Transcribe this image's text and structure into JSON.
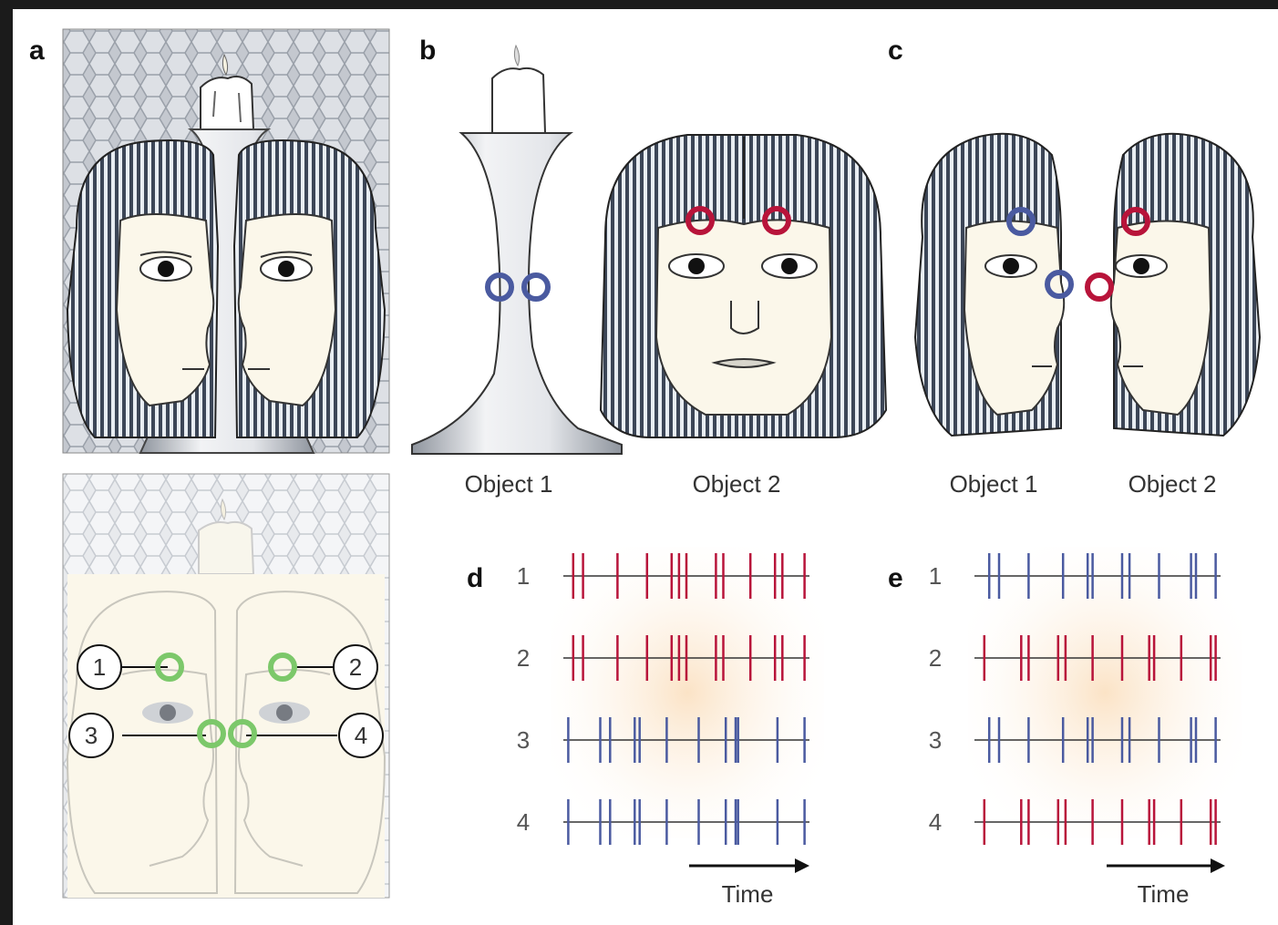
{
  "panels": {
    "a": "a",
    "b": "b",
    "c": "c",
    "d": "d",
    "e": "e"
  },
  "panel_b": {
    "object1": "Object  1",
    "object2": "Object 2"
  },
  "panel_c": {
    "object1": "Object  1",
    "object2": "Object 2"
  },
  "neuron_labels": [
    "1",
    "2",
    "3",
    "4"
  ],
  "time_label": "Time",
  "colors": {
    "red": "#b8143a",
    "blue": "#4a5aa0",
    "green": "#7cc86a",
    "hair_dark": "#3f4a5c",
    "hair_light": "#e6ebf1",
    "skin": "#fbf7ea",
    "vase": "#d7dbe0",
    "hex_bg": "#c8ccd3",
    "glow": "#fbe7cf"
  },
  "raster_d": [
    {
      "row": "1",
      "color": "red",
      "spikes": [
        0.04,
        0.08,
        0.22,
        0.34,
        0.44,
        0.47,
        0.5,
        0.62,
        0.65,
        0.76,
        0.86,
        0.89,
        0.98
      ]
    },
    {
      "row": "2",
      "color": "red",
      "spikes": [
        0.04,
        0.08,
        0.22,
        0.34,
        0.44,
        0.47,
        0.5,
        0.62,
        0.65,
        0.76,
        0.86,
        0.89,
        0.98
      ]
    },
    {
      "row": "3",
      "color": "blue",
      "spikes": [
        0.02,
        0.15,
        0.19,
        0.29,
        0.31,
        0.42,
        0.55,
        0.66,
        0.7,
        0.71,
        0.87,
        0.98
      ]
    },
    {
      "row": "4",
      "color": "blue",
      "spikes": [
        0.02,
        0.15,
        0.19,
        0.29,
        0.31,
        0.42,
        0.55,
        0.66,
        0.7,
        0.71,
        0.87,
        0.98
      ]
    }
  ],
  "raster_e": [
    {
      "row": "1",
      "color": "blue",
      "spikes": [
        0.06,
        0.1,
        0.22,
        0.36,
        0.46,
        0.48,
        0.6,
        0.63,
        0.75,
        0.88,
        0.9,
        0.98
      ]
    },
    {
      "row": "2",
      "color": "red",
      "spikes": [
        0.04,
        0.19,
        0.22,
        0.34,
        0.37,
        0.48,
        0.6,
        0.71,
        0.73,
        0.84,
        0.96,
        0.98
      ]
    },
    {
      "row": "3",
      "color": "blue",
      "spikes": [
        0.06,
        0.1,
        0.22,
        0.36,
        0.46,
        0.48,
        0.6,
        0.63,
        0.75,
        0.88,
        0.9,
        0.98
      ]
    },
    {
      "row": "4",
      "color": "red",
      "spikes": [
        0.04,
        0.19,
        0.22,
        0.34,
        0.37,
        0.48,
        0.6,
        0.71,
        0.73,
        0.84,
        0.96,
        0.98
      ]
    }
  ]
}
